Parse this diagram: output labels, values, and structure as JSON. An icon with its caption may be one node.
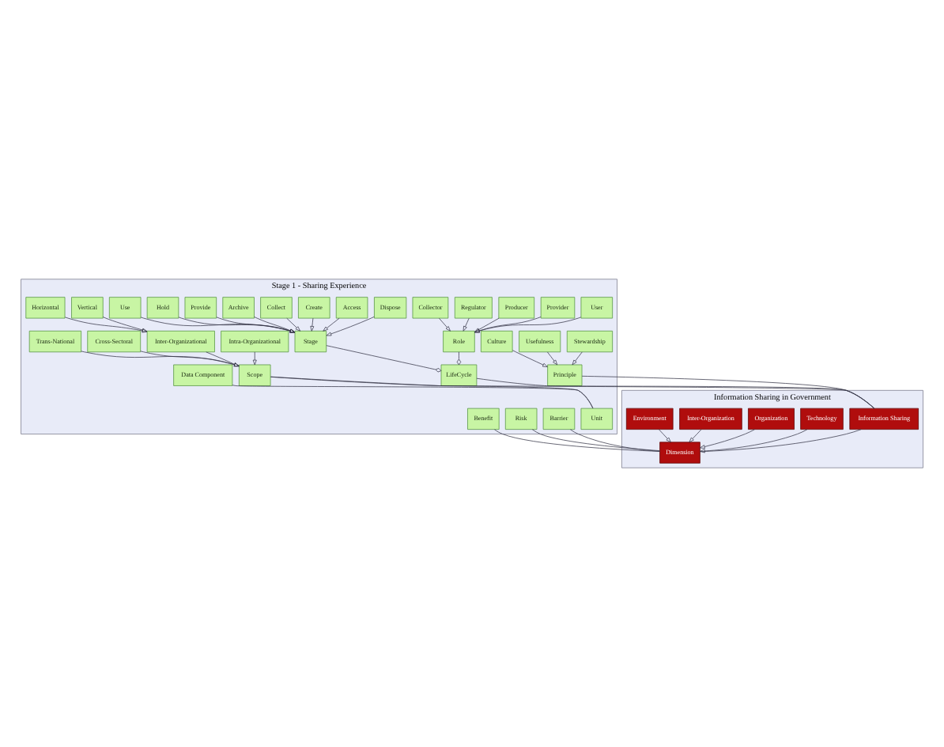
{
  "diagram": {
    "nodes": [
      {
        "text": [
          "Stage 1 - Sharing Experience"
        ]
      },
      {
        "text": [
          "Intra-Organizational"
        ],
        "in": 0
      },
      {
        "text": [
          "Inter-Organizational"
        ],
        "in": 0
      },
      {
        "text": [
          "Vertical"
        ],
        "in": 0
      },
      {
        "text": [
          "Horizontal"
        ],
        "in": 0
      },
      {
        "text": [
          "Cross-Sectoral"
        ],
        "in": 0
      },
      {
        "text": [
          "Trans-National"
        ],
        "in": 0
      },
      {
        "text": [
          "Create"
        ],
        "in": 0
      },
      {
        "text": [
          "Collect"
        ],
        "in": 0
      },
      {
        "text": [
          "Archive"
        ],
        "in": 0
      },
      {
        "text": [
          "Provide"
        ],
        "in": 0
      },
      {
        "text": [
          "Hold"
        ],
        "in": 0
      },
      {
        "text": [
          "Use"
        ],
        "in": 0
      },
      {
        "text": [
          "Dispose"
        ],
        "in": 0
      },
      {
        "text": [
          "Access"
        ],
        "in": 0
      },
      {
        "text": [
          "Stage"
        ],
        "in": 0
      },
      {
        "text": [
          "Stewardship"
        ],
        "in": 0
      },
      {
        "text": [
          "Usefulness"
        ],
        "in": 0
      },
      {
        "text": [
          "Culture"
        ],
        "in": 0
      },
      {
        "text": [
          "Role"
        ],
        "in": 0
      },
      {
        "text": [
          "User"
        ],
        "in": 0
      },
      {
        "text": [
          "Provider"
        ],
        "in": 0
      },
      {
        "text": [
          "Producer"
        ],
        "in": 0
      },
      {
        "text": [
          "Regulator"
        ],
        "in": 0
      },
      {
        "text": [
          "Collector"
        ],
        "in": 0
      },
      {
        "text": [
          "Data Component"
        ],
        "in": 0
      },
      {
        "text": [
          "Principle"
        ],
        "in": 0
      },
      {
        "text": [
          "Scope"
        ],
        "in": 0
      },
      {
        "text": [
          "Unit"
        ],
        "in": 0
      },
      {
        "text": [
          "LifeCycle"
        ],
        "in": 0
      },
      {
        "text": [
          "Risk"
        ],
        "in": 0
      },
      {
        "text": [
          "Benefit"
        ],
        "in": 0
      },
      {
        "text": [
          "Barrier"
        ],
        "in": 0
      },
      {
        "text": [
          "Information Sharing in Government"
        ]
      },
      {
        "text": [
          "Information Sharing"
        ],
        "in": 33
      },
      {
        "text": [
          "Dimension"
        ],
        "in": 33
      },
      {
        "text": [
          "Technology"
        ],
        "in": 33
      },
      {
        "text": [
          "Organization"
        ],
        "in": 33
      },
      {
        "text": [
          "Inter-Organization"
        ],
        "in": 33
      },
      {
        "text": [
          "Environment"
        ],
        "in": 33
      }
    ],
    "edges": [
      {
        "from": 3,
        "to": 2,
        "arrow": "to"
      },
      {
        "from": 4,
        "to": 2,
        "arrow": "to"
      },
      {
        "from": 1,
        "to": 27,
        "arrow": "to"
      },
      {
        "from": 2,
        "to": 27,
        "arrow": "to"
      },
      {
        "from": 5,
        "to": 27,
        "arrow": "to"
      },
      {
        "from": 6,
        "to": 27,
        "arrow": "to"
      },
      {
        "from": 7,
        "to": 15,
        "arrow": "to"
      },
      {
        "from": 8,
        "to": 15,
        "arrow": "to"
      },
      {
        "from": 9,
        "to": 15,
        "arrow": "to"
      },
      {
        "from": 10,
        "to": 15,
        "arrow": "to"
      },
      {
        "from": 11,
        "to": 15,
        "arrow": "to"
      },
      {
        "from": 12,
        "to": 15,
        "arrow": "to"
      },
      {
        "from": 13,
        "to": 15,
        "arrow": "to"
      },
      {
        "from": 14,
        "to": 15,
        "arrow": "to"
      },
      {
        "from": 16,
        "to": 26,
        "arrow": "to"
      },
      {
        "from": 17,
        "to": 26,
        "arrow": "to"
      },
      {
        "from": 18,
        "to": 26,
        "arrow": "to"
      },
      {
        "from": 20,
        "to": 19,
        "arrow": "to"
      },
      {
        "from": 21,
        "to": 19,
        "arrow": "to"
      },
      {
        "from": 22,
        "to": 19,
        "arrow": "to"
      },
      {
        "from": 23,
        "to": 19,
        "arrow": "to"
      },
      {
        "from": 24,
        "to": 19,
        "arrow": "to"
      },
      {
        "from": 15,
        "to": 29,
        "arrow": "other"
      },
      {
        "from": 19,
        "to": 29,
        "arrow": "other"
      },
      {
        "from": 25,
        "to": 28,
        "arrow": "none"
      },
      {
        "from": 27,
        "to": 28,
        "arrow": "none"
      },
      {
        "from": 26,
        "to": 34,
        "arrow": "none"
      },
      {
        "from": 27,
        "to": 34,
        "arrow": "none"
      },
      {
        "from": 29,
        "to": 34,
        "arrow": "none"
      },
      {
        "from": 30,
        "to": 35,
        "arrow": "none"
      },
      {
        "from": 31,
        "to": 35,
        "arrow": "none"
      },
      {
        "from": 32,
        "to": 35,
        "arrow": "none"
      },
      {
        "from": 34,
        "to": 35,
        "arrow": "none"
      },
      {
        "from": 36,
        "to": 35,
        "arrow": "to"
      },
      {
        "from": 37,
        "to": 35,
        "arrow": "to"
      },
      {
        "from": 38,
        "to": 35,
        "arrow": "to"
      },
      {
        "from": 39,
        "to": 35,
        "arrow": "to"
      }
    ]
  }
}
